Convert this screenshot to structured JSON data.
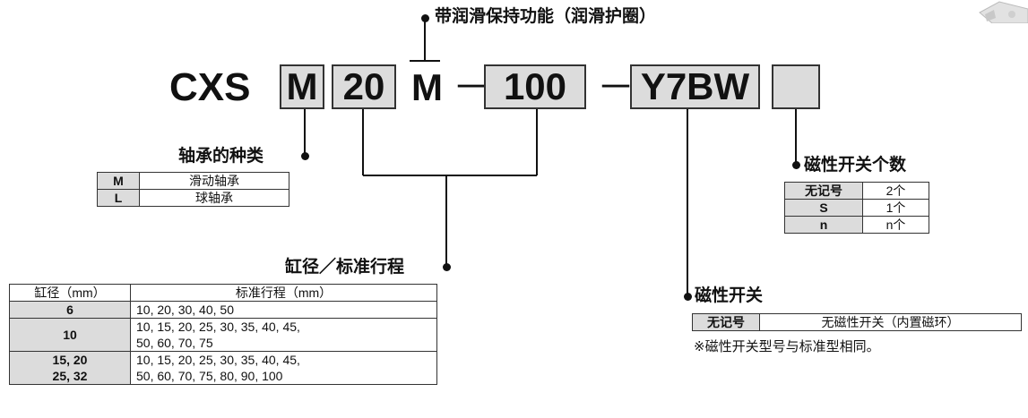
{
  "model_code": {
    "series": "CXS",
    "box_bearing": "M",
    "box_bore": "20",
    "lube_option": "M",
    "dash_1": "－",
    "box_stroke": "100",
    "dash_2": "－",
    "box_switch": "Y7BW",
    "box_count": ""
  },
  "lube_caption": "带润滑保持功能（润滑护圈）",
  "bearing": {
    "caption": "轴承的种类",
    "rows": [
      {
        "code": "M",
        "desc": "滑动轴承"
      },
      {
        "code": "L",
        "desc": "球轴承"
      }
    ]
  },
  "bore_stroke": {
    "caption": "缸径／标准行程",
    "header": {
      "bore": "缸径（mm）",
      "stroke": "标准行程（mm）"
    },
    "rows": [
      {
        "bore": [
          "6"
        ],
        "strokes": [
          "10, 20, 30, 40, 50"
        ]
      },
      {
        "bore": [
          "10"
        ],
        "strokes": [
          "10, 15, 20, 25, 30, 35, 40, 45,",
          "50, 60, 70, 75"
        ]
      },
      {
        "bore": [
          "15, 20",
          "25, 32"
        ],
        "strokes": [
          "10, 15, 20, 25, 30, 35, 40, 45,",
          "50, 60, 70, 75, 80, 90, 100"
        ]
      }
    ]
  },
  "switch_count": {
    "caption": "磁性开关个数",
    "rows": [
      {
        "code": "无记号",
        "value": "2个"
      },
      {
        "code": "S",
        "value": "1个"
      },
      {
        "code": "n",
        "value": "n个"
      }
    ]
  },
  "switch": {
    "caption": "磁性开关",
    "rows": [
      {
        "code": "无记号",
        "desc": "无磁性开关（内置磁环）"
      }
    ],
    "note": "※磁性开关型号与标准型相同。"
  }
}
